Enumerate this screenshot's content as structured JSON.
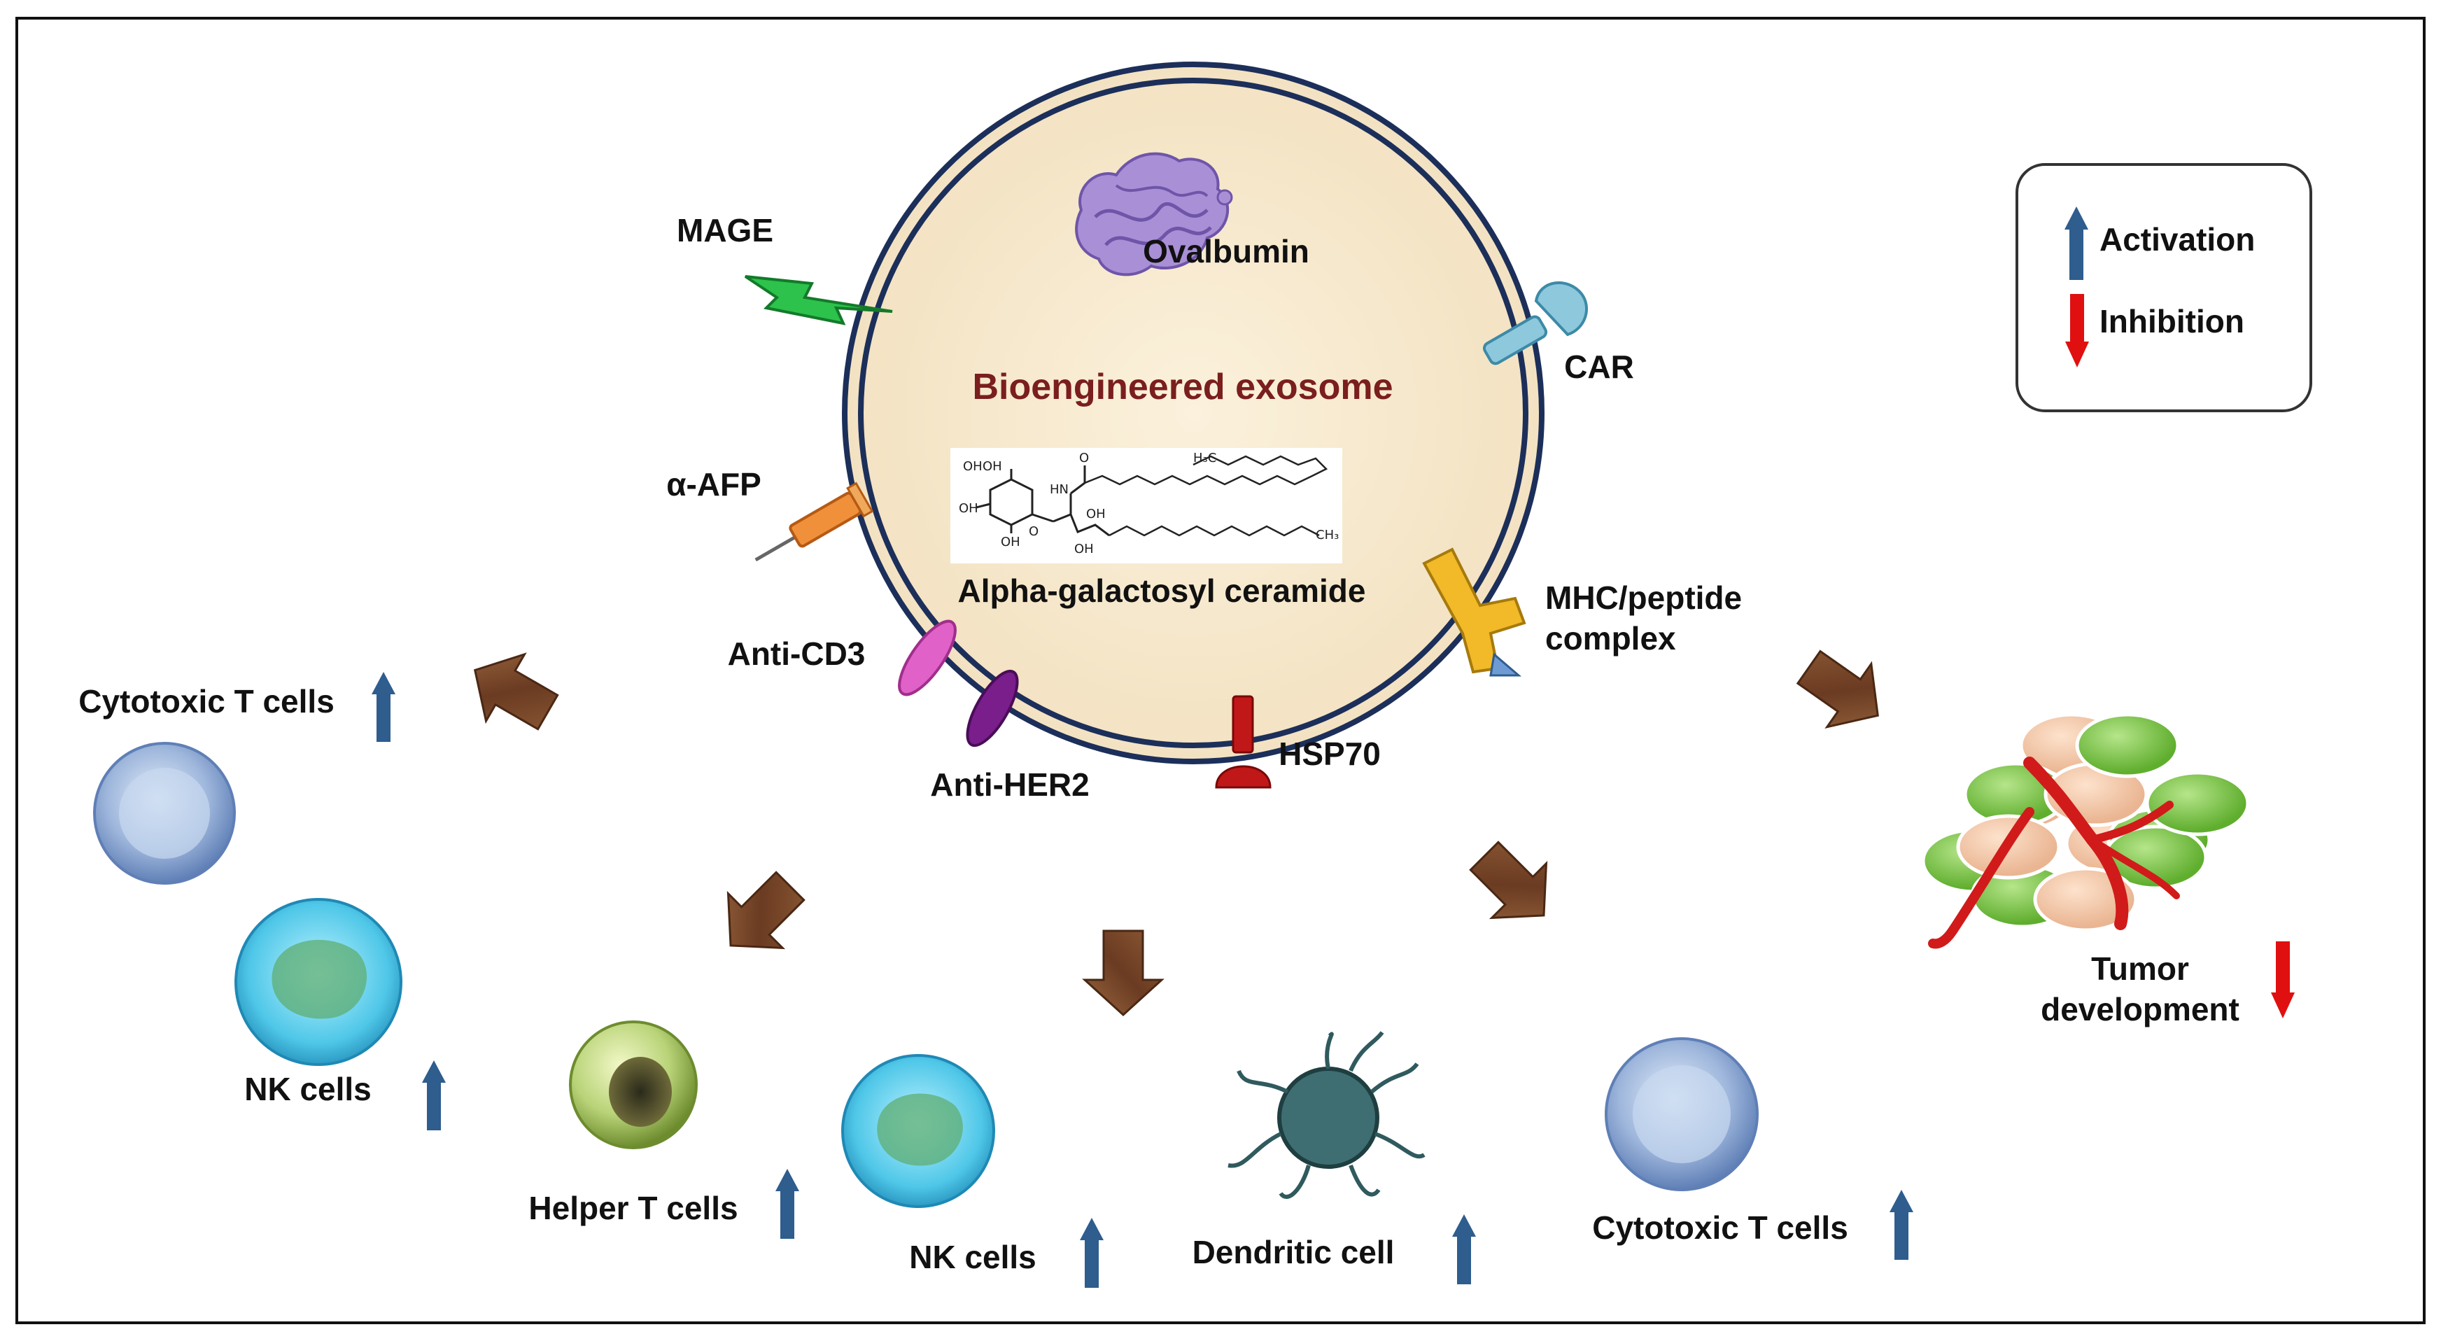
{
  "exosome": {
    "title": "Bioengineered exosome",
    "cargo": {
      "ovalbumin": "Ovalbumin",
      "glycolipid": "Alpha-galactosyl ceramide",
      "chem_methyl_top": "H₃C",
      "chem_methyl_bottom": "CH₃",
      "chem_nh": "HN",
      "chem_o": "O",
      "chem_oh": "OH"
    }
  },
  "surface_molecules": {
    "mage": "MAGE",
    "car": "CAR",
    "afp": "α-AFP",
    "anti_cd3": "Anti-CD3",
    "anti_her2": "Anti-HER2",
    "hsp70": "HSP70",
    "mhc_line1": "MHC/peptide",
    "mhc_line2": "complex"
  },
  "legend": {
    "activation": "Activation",
    "inhibition": "Inhibition",
    "colors": {
      "activation": "#2e5d8e",
      "inhibition": "#e01010"
    }
  },
  "outcomes": {
    "cytotoxic_left": "Cytotoxic T cells",
    "nk_left": "NK cells",
    "helper": "Helper T cells",
    "nk_bottom": "NK cells",
    "dendritic": "Dendritic cell",
    "cytotoxic_right": "Cytotoxic T cells",
    "tumor_line1": "Tumor",
    "tumor_line2": "development"
  },
  "colors": {
    "exosome_fill": "#f8ebd0",
    "membrane": "#1c2f5a",
    "title_text": "#7a1e1e",
    "arrow_brown": "#7b4a2c"
  }
}
